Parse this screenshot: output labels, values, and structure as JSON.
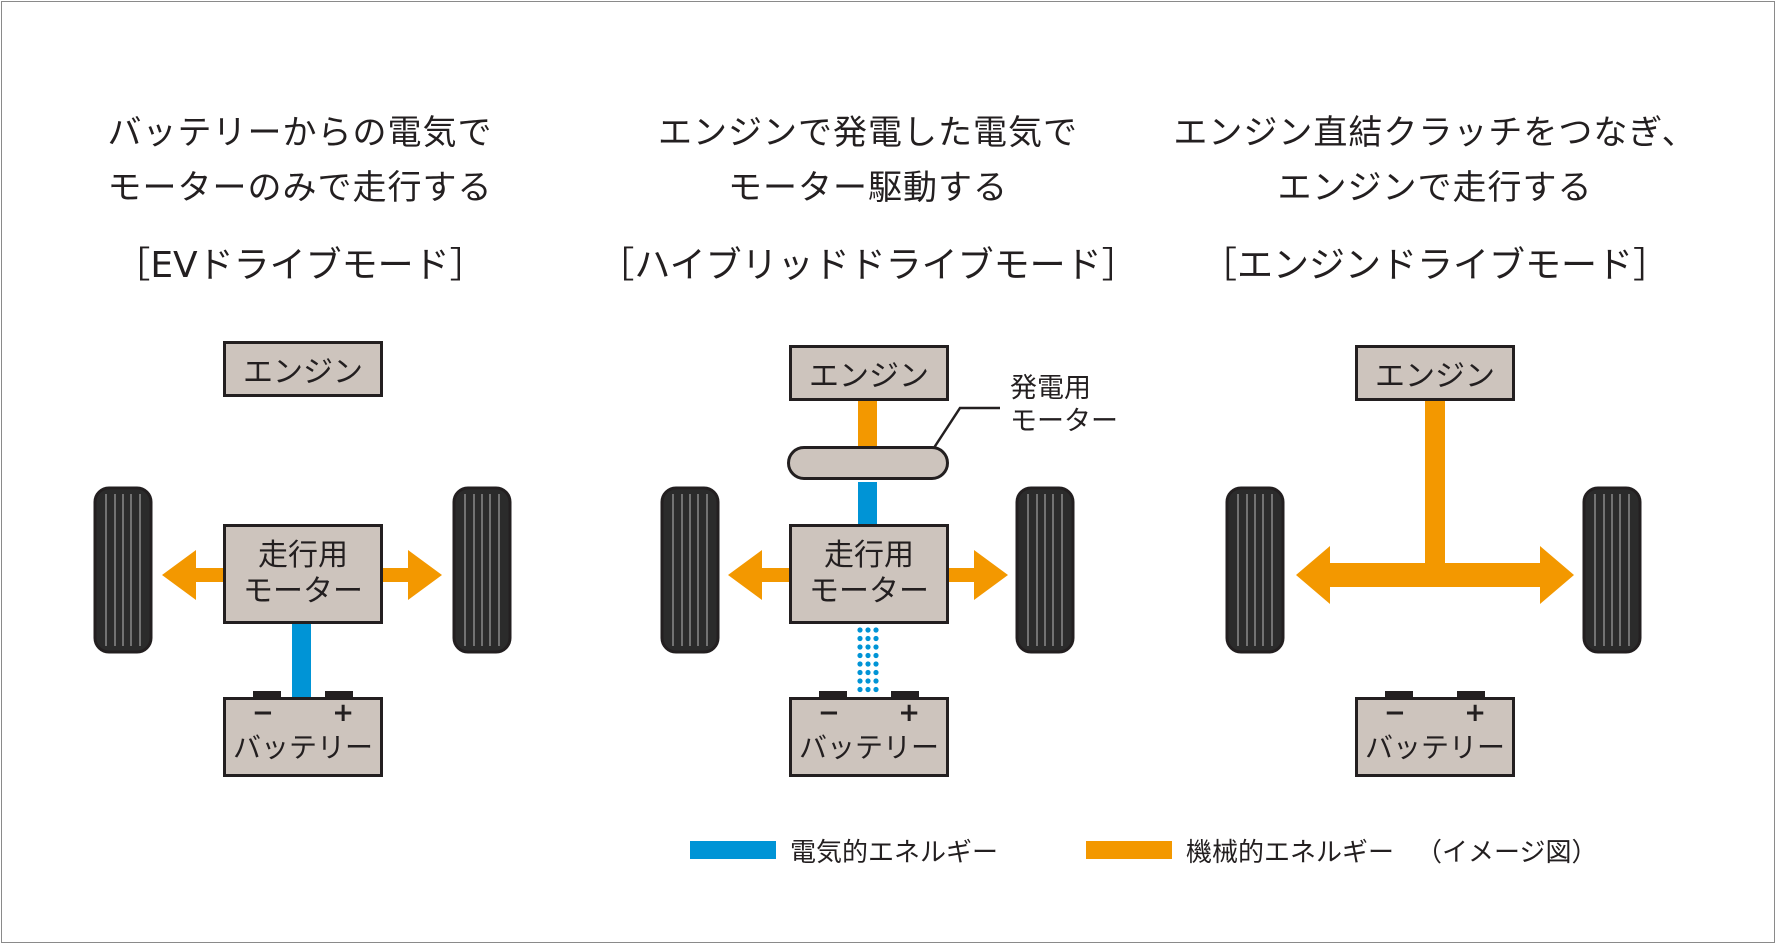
{
  "colors": {
    "electric": "#0094d6",
    "mechanical": "#f39800",
    "component_fill": "#cdc4bd",
    "outline": "#231f20",
    "tire": "#2b2b2b"
  },
  "panels": [
    {
      "heading_line1": "バッテリーからの電気で",
      "heading_line2": "モーターのみで走行する",
      "mode": "［EVドライブモード］",
      "engine_label": "エンジン",
      "motor_line1": "走行用",
      "motor_line2": "モーター",
      "battery_label": "バッテリー",
      "battery_minus": "−",
      "battery_plus": "+"
    },
    {
      "heading_line1": "エンジンで発電した電気で",
      "heading_line2": "モーター駆動する",
      "mode": "［ハイブリッドドライブモード］",
      "engine_label": "エンジン",
      "generator_label_line1": "発電用",
      "generator_label_line2": "モーター",
      "motor_line1": "走行用",
      "motor_line2": "モーター",
      "battery_label": "バッテリー",
      "battery_minus": "−",
      "battery_plus": "+"
    },
    {
      "heading_line1": "エンジン直結クラッチをつなぎ、",
      "heading_line2": "エンジンで走行する",
      "mode": "［エンジンドライブモード］",
      "engine_label": "エンジン",
      "battery_label": "バッテリー",
      "battery_minus": "−",
      "battery_plus": "+"
    }
  ],
  "legend": {
    "electric_label": "電気的エネルギー",
    "mechanical_label": "機械的エネルギー",
    "note": "（イメージ図）"
  }
}
